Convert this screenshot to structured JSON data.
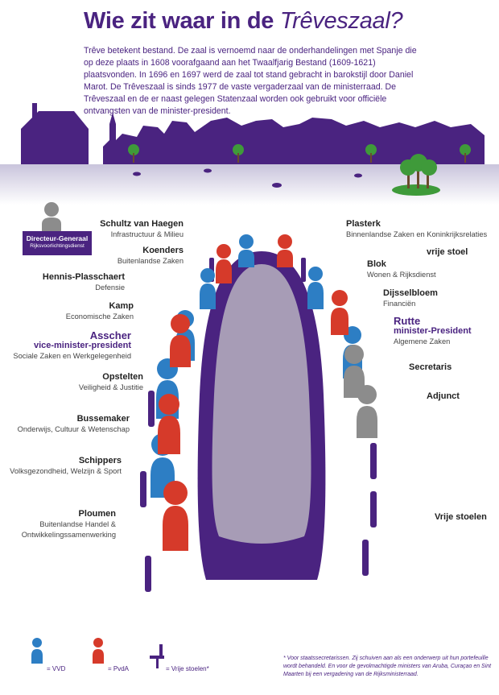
{
  "title": {
    "main": "Wie zit waar in de ",
    "italic": "Trêveszaal?"
  },
  "intro": "Trêve betekent bestand. De zaal is vernoemd naar de onderhandelingen met Spanje die op deze plaats in 1608 voorafgaand aan het Twaalfjarig Bestand (1609-1621) plaatsvonden. In 1696 en 1697 werd de zaal tot stand gebracht in barokstijl door Daniel Marot. De Trêveszaal is sinds 1977 de vaste vergaderzaal van de ministerraad. De Trêveszaal en de er naast gelegen Statenzaal worden ook gebruikt voor officiële ontvangsten van de minister-president.",
  "dg": {
    "title": "Directeur-Generaal",
    "sub": "Rijksvoorlichtingsdienst"
  },
  "left": [
    {
      "name": "Schultz van Haegen",
      "dept": "Infrastructuur & Milieu"
    },
    {
      "name": "Koenders",
      "dept": "Buitenlandse Zaken"
    },
    {
      "name": "Hennis-Plasschaert",
      "dept": "Defensie"
    },
    {
      "name": "Kamp",
      "dept": "Economische Zaken"
    },
    {
      "name": "Asscher",
      "role": "vice-minister-president",
      "dept": "Sociale Zaken en Werkgelegenheid"
    },
    {
      "name": "Opstelten",
      "dept": "Veiligheid & Justitie"
    },
    {
      "name": "Bussemaker",
      "dept": "Onderwijs, Cultuur & Wetenschap"
    },
    {
      "name": "Schippers",
      "dept": "Volksgezondheid, Welzijn & Sport"
    },
    {
      "name": "Ploumen",
      "dept": "Buitenlandse Handel &",
      "dept2": "Ontwikkelingssamenwerking"
    }
  ],
  "right": [
    {
      "name": "Plasterk",
      "dept": "Binnenlandse Zaken en Koninkrijksrelaties"
    },
    {
      "name": "vrije stoel"
    },
    {
      "name": "Blok",
      "dept": "Wonen & Rijksdienst"
    },
    {
      "name": "Dijsselbloem",
      "dept": "Financiën"
    },
    {
      "name": "Rutte",
      "role": "minister-President",
      "dept": "Algemene Zaken"
    },
    {
      "name": "Secretaris"
    },
    {
      "name": "Adjunct"
    },
    {
      "name": "Vrije stoelen"
    }
  ],
  "legend": {
    "vvd": "= VVD",
    "pvda": "= PvdA",
    "free": "= Vrije stoelen*"
  },
  "footnote": "* Voor staatssecretarissen. Zij schuiven aan als een onderwerp uit hun portefeuille wordt behandeld. En voor de gevolmachtigde ministers van Aruba, Curaçao en Sint Maarten bij een vergadering van de Rijksministerraad.",
  "colors": {
    "purple": "#4a2380",
    "vvd": "#2d7ec4",
    "pvda": "#d63a2a",
    "grey": "#8c8c8c",
    "table": "#a79cb6"
  }
}
